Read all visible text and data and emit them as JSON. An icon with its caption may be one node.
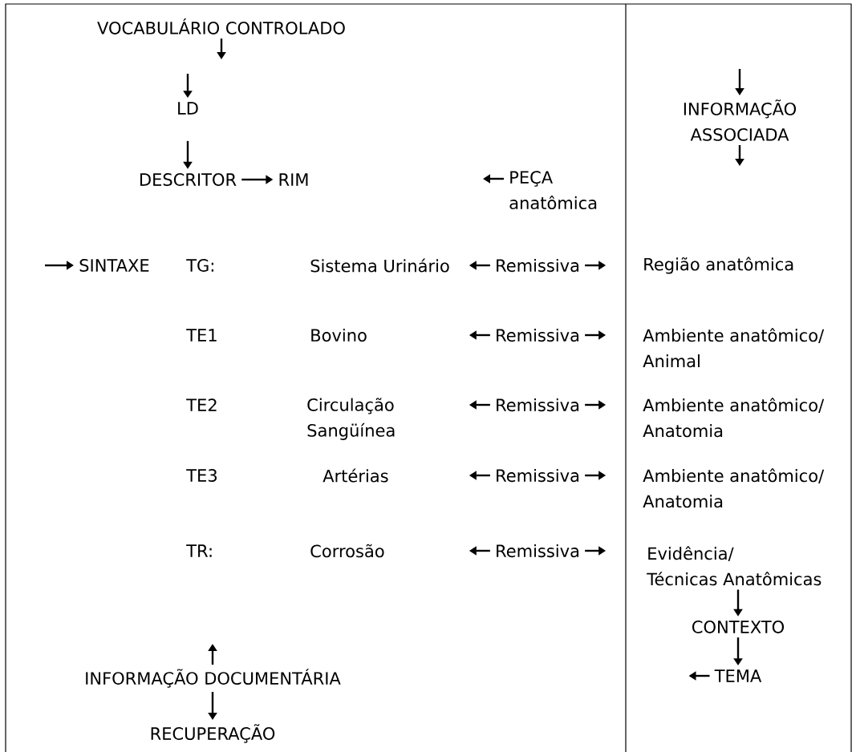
{
  "diagram": {
    "nodes": [
      {
        "text": [
          "VOCABULÁRIO CONTROLADO"
        ]
      },
      {
        "text": [
          "LD"
        ]
      },
      {
        "text": [
          "DESCRITOR"
        ]
      },
      {
        "text": [
          "RIM"
        ]
      },
      {
        "text": [
          "PEÇA anatômica"
        ]
      },
      {
        "text": [
          "INFORMAÇÃO ASSOCIADA"
        ]
      },
      {
        "text": [
          "SINTAXE"
        ]
      },
      {
        "text": [
          "TG:"
        ]
      },
      {
        "text": [
          "Sistema Urinário"
        ]
      },
      {
        "text": [
          "Remissiva"
        ]
      },
      {
        "text": [
          "Região anatômica"
        ]
      },
      {
        "text": [
          "TE1"
        ]
      },
      {
        "text": [
          "Bovino"
        ]
      },
      {
        "text": [
          "Remissiva"
        ]
      },
      {
        "text": [
          "Ambiente anatômico/ Animal"
        ]
      },
      {
        "text": [
          "TE2"
        ]
      },
      {
        "text": [
          "Circulação Sangüínea"
        ]
      },
      {
        "text": [
          "Remissiva"
        ]
      },
      {
        "text": [
          "Ambiente anatômico/ Anatomia"
        ]
      },
      {
        "text": [
          "TE3"
        ]
      },
      {
        "text": [
          "Artérias"
        ]
      },
      {
        "text": [
          "Remissiva"
        ]
      },
      {
        "text": [
          "Ambiente anatômico/ Anatomia"
        ]
      },
      {
        "text": [
          "TR:"
        ]
      },
      {
        "text": [
          "Corrosão"
        ]
      },
      {
        "text": [
          "Remissiva"
        ]
      },
      {
        "text": [
          "Evidência/ Técnicas Anatômicas"
        ]
      },
      {
        "text": [
          "CONTEXTO"
        ]
      },
      {
        "text": [
          "TEMA"
        ]
      },
      {
        "text": [
          "INFORMAÇÃO DOCUMENTÁRIA"
        ]
      },
      {
        "text": [
          "RECUPERAÇÃO"
        ]
      }
    ],
    "edges": [
      {
        "from": 0,
        "to": null,
        "arrow": "to"
      },
      {
        "from": null,
        "to": 1,
        "arrow": "to"
      },
      {
        "from": 1,
        "to": 2,
        "arrow": "to"
      },
      {
        "from": 2,
        "to": 3,
        "arrow": "to"
      },
      {
        "from": 4,
        "to": null,
        "arrow": "to"
      },
      {
        "from": null,
        "to": 5,
        "arrow": "to"
      },
      {
        "from": 5,
        "to": null,
        "arrow": "to"
      },
      {
        "from": null,
        "to": 6,
        "arrow": "to"
      },
      {
        "from": 9,
        "to": null,
        "arrow": "to"
      },
      {
        "from": 9,
        "to": null,
        "arrow": "to"
      },
      {
        "from": 13,
        "to": null,
        "arrow": "to"
      },
      {
        "from": 13,
        "to": null,
        "arrow": "to"
      },
      {
        "from": 17,
        "to": null,
        "arrow": "to"
      },
      {
        "from": 17,
        "to": null,
        "arrow": "to"
      },
      {
        "from": 21,
        "to": null,
        "arrow": "to"
      },
      {
        "from": 21,
        "to": null,
        "arrow": "to"
      },
      {
        "from": 25,
        "to": null,
        "arrow": "to"
      },
      {
        "from": 25,
        "to": null,
        "arrow": "to"
      },
      {
        "from": 26,
        "to": 27,
        "arrow": "to"
      },
      {
        "from": 27,
        "to": 28,
        "arrow": "to"
      },
      {
        "from": 28,
        "to": null,
        "arrow": "to"
      },
      {
        "from": 29,
        "to": null,
        "arrow": "to"
      },
      {
        "from": 29,
        "to": 30,
        "arrow": "to"
      }
    ]
  }
}
